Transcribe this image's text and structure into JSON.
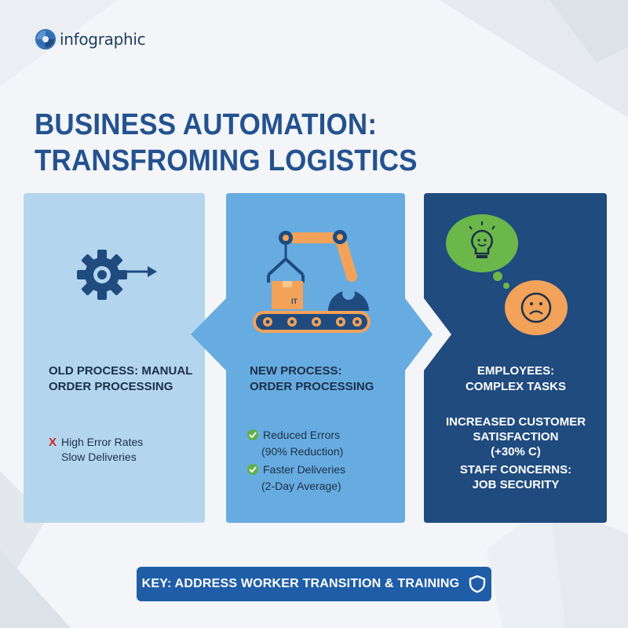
{
  "brand": {
    "name": "infographic",
    "icon": "swirl-logo-icon"
  },
  "title": {
    "line1": "BUSINESS AUTOMATION:",
    "line2": "TRANSFROMING LOGISTICS"
  },
  "panels": {
    "old": {
      "icon": "gear-arrow-icon",
      "heading_line1": "OLD PROCESS: MANUAL",
      "heading_line2": "ORDER PROCESSING",
      "items": [
        {
          "marker": "X",
          "text": "High Error Rates"
        },
        {
          "marker": "",
          "text": "Slow Deliveries"
        }
      ]
    },
    "new": {
      "icon": "robot-arm-conveyor-icon",
      "heading_line1": "NEW PROCESS:",
      "heading_line2": "ORDER PROCESSING",
      "box_label": "IT",
      "items": [
        {
          "text": "Reduced Errors",
          "sub": "(90% Reduction)"
        },
        {
          "text": "Faster Deliveries",
          "sub": "(2-Day Average)"
        }
      ]
    },
    "employees": {
      "icons": [
        "lightbulb-bubble-icon",
        "sad-face-bubble-icon"
      ],
      "heading_line1": "EMPLOYEES:",
      "heading_line2": "COMPLEX TASKS",
      "block1_line1": "INCREASED CUSTOMER",
      "block1_line2": "SATISFACTION",
      "block1_line3": "(+30% C)",
      "block2_line1": "STAFF CONCERNS:",
      "block2_line2": "JOB SECURITY"
    }
  },
  "key": {
    "label": "KEY: ADDRESS WORKER TRANSITION & TRAINING",
    "icon": "shield-icon"
  },
  "colors": {
    "title": "#23528f",
    "panel_old": "#b3d6ee",
    "panel_new": "#67ace0",
    "panel_employees": "#1f4b7f",
    "key_bar": "#1f5da8",
    "check": "#5fb14b",
    "cross": "#d62424",
    "orange": "#f3a25a",
    "green_bubble": "#6bb74a"
  }
}
